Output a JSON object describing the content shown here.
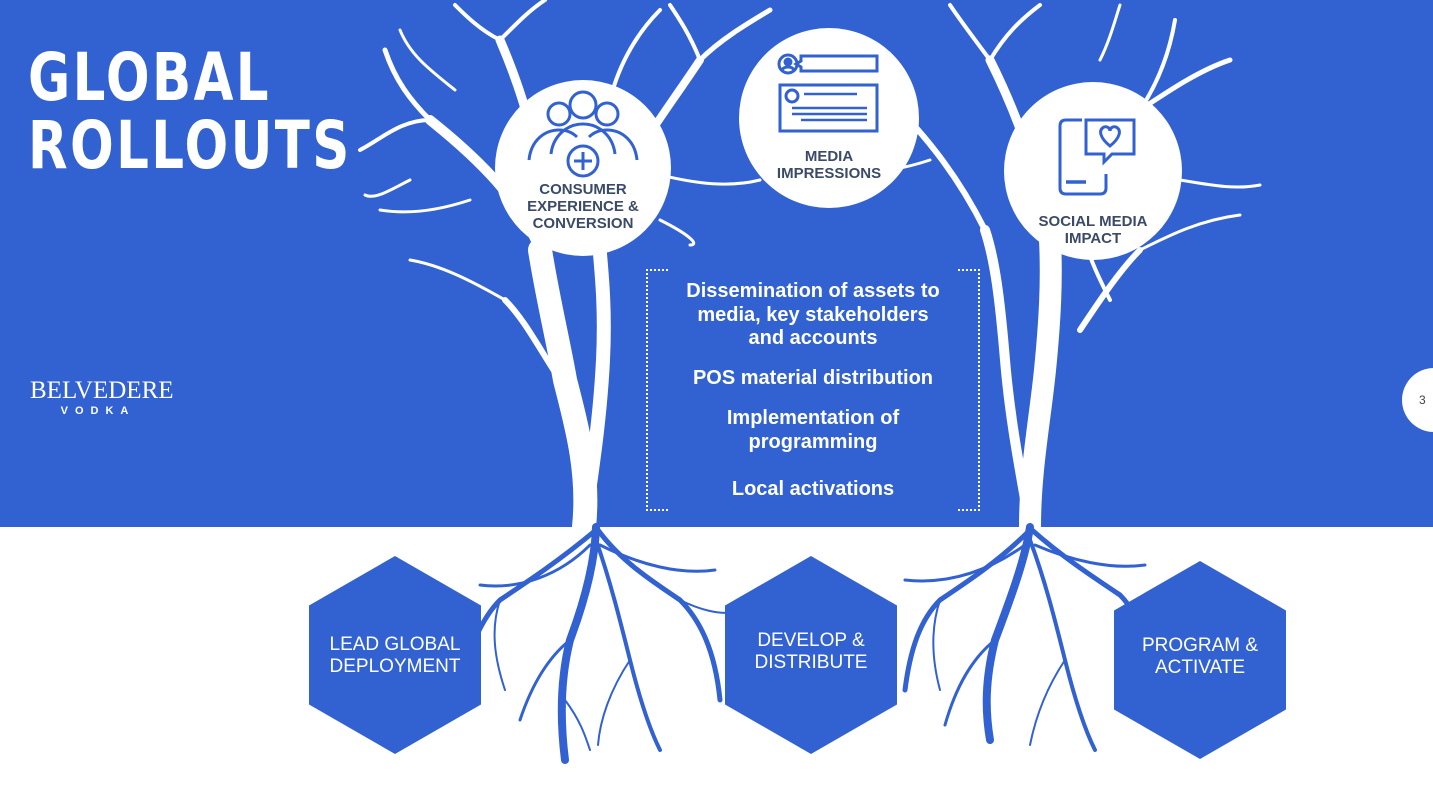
{
  "title": {
    "line1": "GLOBAL",
    "line2": "ROLLOUTS"
  },
  "logo": {
    "main": "BELVEDERE",
    "sub": "VODKA"
  },
  "page_number": "3",
  "outcomes": [
    {
      "label_lines": [
        "CONSUMER",
        "EXPERIENCE &",
        "CONVERSION"
      ],
      "icon": "people-plus-icon"
    },
    {
      "label_lines": [
        "MEDIA",
        "IMPRESSIONS"
      ],
      "icon": "media-profile-icon"
    },
    {
      "label_lines": [
        "SOCIAL MEDIA",
        "IMPACT"
      ],
      "icon": "phone-heart-icon"
    }
  ],
  "activities": [
    {
      "lines": [
        "Dissemination of assets to",
        "media, key stakeholders",
        "and accounts"
      ]
    },
    {
      "lines": [
        "POS material distribution"
      ]
    },
    {
      "lines": [
        "Implementation of",
        "programming"
      ]
    },
    {
      "lines": [
        "Local activations"
      ]
    }
  ],
  "pillars": [
    {
      "lines": [
        "LEAD GLOBAL",
        "DEPLOYMENT"
      ]
    },
    {
      "lines": [
        "DEVELOP &",
        "DISTRIBUTE"
      ]
    },
    {
      "lines": [
        "PROGRAM &",
        "ACTIVATE"
      ]
    }
  ],
  "colors": {
    "brand_blue": "#3262d1",
    "white": "#ffffff",
    "label_gray": "#3b4a66"
  }
}
